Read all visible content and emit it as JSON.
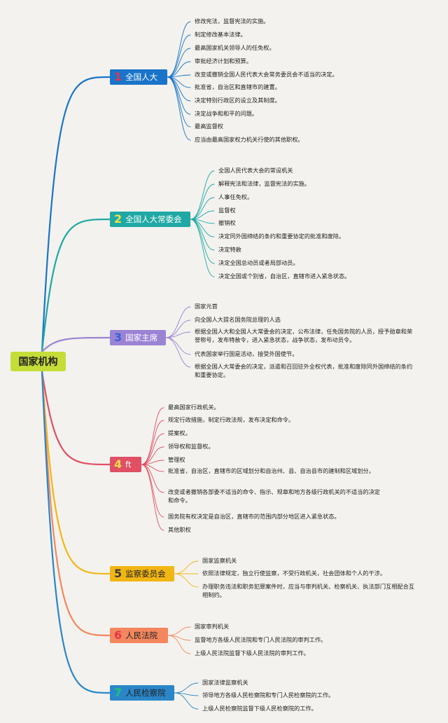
{
  "root": {
    "label": "国家机构",
    "color": "#c6dd38"
  },
  "branches": [
    {
      "num": "1",
      "label": "全国人大",
      "color": "#1a74c9",
      "num_color": "#e8344a",
      "items": [
        "修改宪法，监督宪法的实施。",
        "制定修改基本法律。",
        "最高国家机关领导人的任免权。",
        "审批经济计划和预算。",
        "改变或撤销全国人民代表大会常务委员会不适当的决定。",
        "批准省，自治区和直辖市的建置。",
        "决定特别行政区的设立及其制度。",
        "决定战争和和平的问题。",
        "最高监督权",
        "应当由最高国家权力机关行使的其他职权。"
      ]
    },
    {
      "num": "2",
      "label": "全国人大常委会",
      "color": "#1fa8a4",
      "num_color": "#f4e04a",
      "items": [
        "全国人民代表大会的常设机关",
        "解释宪法和法律，监督宪法的实施。",
        "人事任免权。",
        "监督权",
        "撤销权",
        "决定同外国缔结的条约和重要协定的批准和废除。",
        "决定特赦",
        "决定全国总动员或者局部动员。",
        "决定全国或个别省，自治区，直辖市进入紧急状态。"
      ]
    },
    {
      "num": "3",
      "label": "国家主席",
      "color": "#9b83d4",
      "num_color": "#3c5fd8",
      "items": [
        "国家元首",
        "向全国人大提名国务院总理的人选",
        "根据全国人大和全国人大常委会的决定，公布法律，任免国务院的人员，授予勋章和荣誉称号，发布特赦令，进入紧急状态，战争状态，发布动员令。",
        "代表国家举行国是活动，接受外国使节。",
        "根据全国人大常委会的决定，派遣和召回驻外全权代表，批准和废除同外国缔结的条约和重要协定。"
      ]
    },
    {
      "num": "4",
      "label": "ft",
      "color": "#e04f64",
      "num_color": "#f4e04a",
      "items": [
        "最高国家行政机关。",
        "规定行政措施，制定行政法规，发布决定和命令。",
        "提案权。",
        "领导权和监督权。",
        "管理权",
        "批准省，自治区，直辖市的区域划分和自治州、县、自治县市的建制和区域划分。",
        "改变或者撤销各部委不适当的命令、指示、规章和地方各级行政机关的不适当的决定和命令。",
        "国务院有权决定是自治区，直辖市的范围内部分地区进入紧急状态。",
        "其他职权"
      ]
    },
    {
      "num": "5",
      "label": "监察委员会",
      "color": "#f2b614",
      "num_color": "#3a3a3a",
      "text_color": "#222",
      "items": [
        "国家监察机关",
        "依照法律规定，独立行使监察，不受行政机关，社会团体和个人的干涉。",
        "办理职务违法和职务犯罪案件时，应当与审判机关、检察机关、执法部门互相配合互相制约。"
      ]
    },
    {
      "num": "6",
      "label": "人民法院",
      "color": "#f4875e",
      "num_color": "#e8344a",
      "text_color": "#222",
      "items": [
        "国家审判机关",
        "监督地方各级人民法院和专门人民法院的审判工作。",
        "上级人民法院监督下级人民法院的审判工作。"
      ]
    },
    {
      "num": "7",
      "label": "人民检察院",
      "color": "#2a86c9",
      "num_color": "#1fc47a",
      "text_color": "#222",
      "items": [
        "国家法律监察机关",
        "领导地方各级人民检察院和专门人民检察院的工作。",
        "上级人民检察院监督下级人民检察院的工作。"
      ]
    }
  ]
}
